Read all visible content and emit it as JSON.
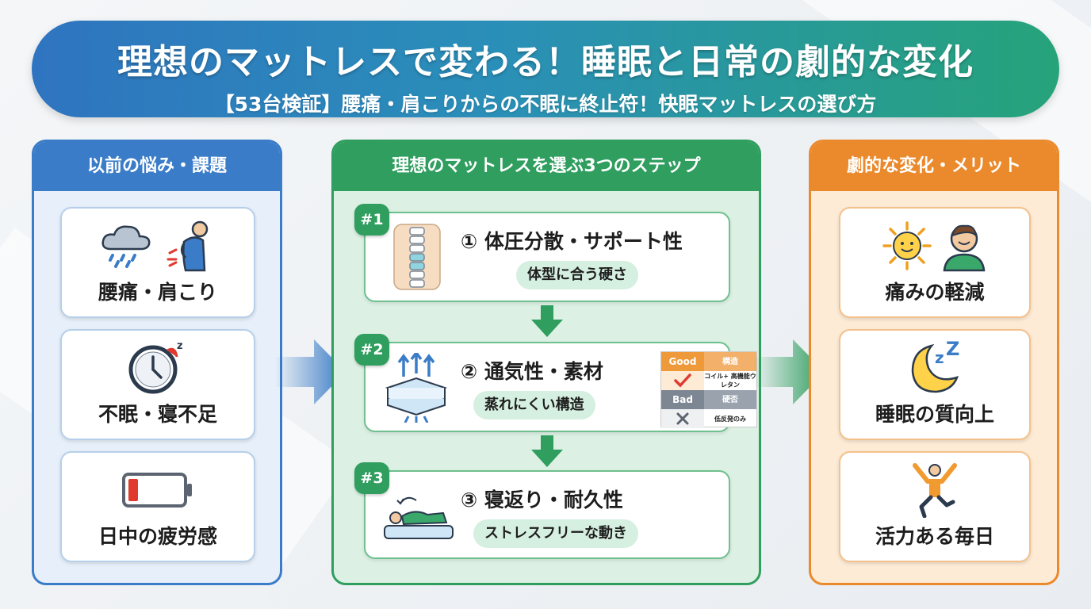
{
  "header": {
    "title": "理想のマットレスで変わる！睡眠と日常の劇的な変化",
    "subtitle": "【53台検証】腰痛・肩こりからの不眠に終止符！快眠マットレスの選び方"
  },
  "left_panel": {
    "title": "以前の悩み・課題",
    "items": [
      {
        "label": "腰痛・肩こり",
        "icons": [
          "rain-cloud-icon",
          "back-pain-person-icon"
        ]
      },
      {
        "label": "不眠・寝不足",
        "icons": [
          "alarm-clock-icon"
        ]
      },
      {
        "label": "日中の疲労感",
        "icons": [
          "low-battery-icon"
        ]
      }
    ]
  },
  "middle_panel": {
    "title": "理想のマットレスを選ぶ3つのステップ",
    "steps": [
      {
        "badge": "#1",
        "title": "① 体圧分散・サポート性",
        "pill": "体型に合う硬さ",
        "icon": "spine-icon"
      },
      {
        "badge": "#2",
        "title": "② 通気性・素材",
        "pill": "蒸れにくい構造",
        "icon": "breathable-layers-icon",
        "comparison": {
          "good_label": "Good",
          "good_header": "構造",
          "good_text": "コイル+ 高機能ウレタン",
          "bad_label": "Bad",
          "bad_header": "硬否",
          "bad_text": "低反発のみ"
        }
      },
      {
        "badge": "#3",
        "title": "③ 寝返り・耐久性",
        "pill": "ストレスフリーな動き",
        "icon": "rolling-sleeper-icon"
      }
    ]
  },
  "right_panel": {
    "title": "劇的な変化・メリット",
    "items": [
      {
        "label": "痛みの軽減",
        "icons": [
          "sun-icon",
          "happy-person-icon"
        ]
      },
      {
        "label": "睡眠の質向上",
        "icons": [
          "moon-zzz-icon"
        ]
      },
      {
        "label": "活力ある毎日",
        "icons": [
          "jumping-person-icon"
        ]
      }
    ]
  },
  "colors": {
    "blue": "#3a7cc7",
    "green": "#2f9e5e",
    "orange": "#ea8a2c"
  }
}
